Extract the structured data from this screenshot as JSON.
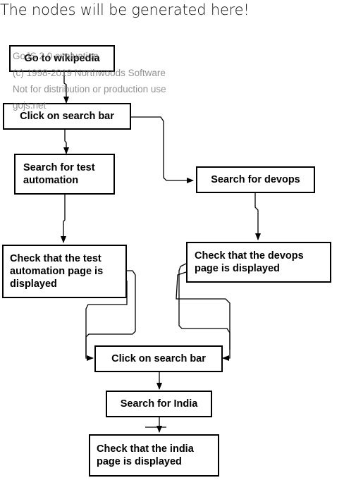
{
  "heading": "The nodes will be generated here!",
  "watermark": {
    "line1": "GoJS 2.0 evaluation",
    "line2": "(c) 1998-2019 Northwoods Software",
    "line3": "Not for distribution or production use",
    "line4": "gojs.net"
  },
  "nodes": {
    "wiki": "Go to wikipedia",
    "search1": "Click on search bar",
    "test": "Search for test\nautomation",
    "devops": "Search for devops",
    "check_test": "Check that the test\nautomation page is\ndisplayed",
    "check_devops": "Check that the devops\npage is displayed",
    "search2": "Click on search bar",
    "india": "Search for India",
    "check_india": "Check that the india\npage is displayed"
  }
}
